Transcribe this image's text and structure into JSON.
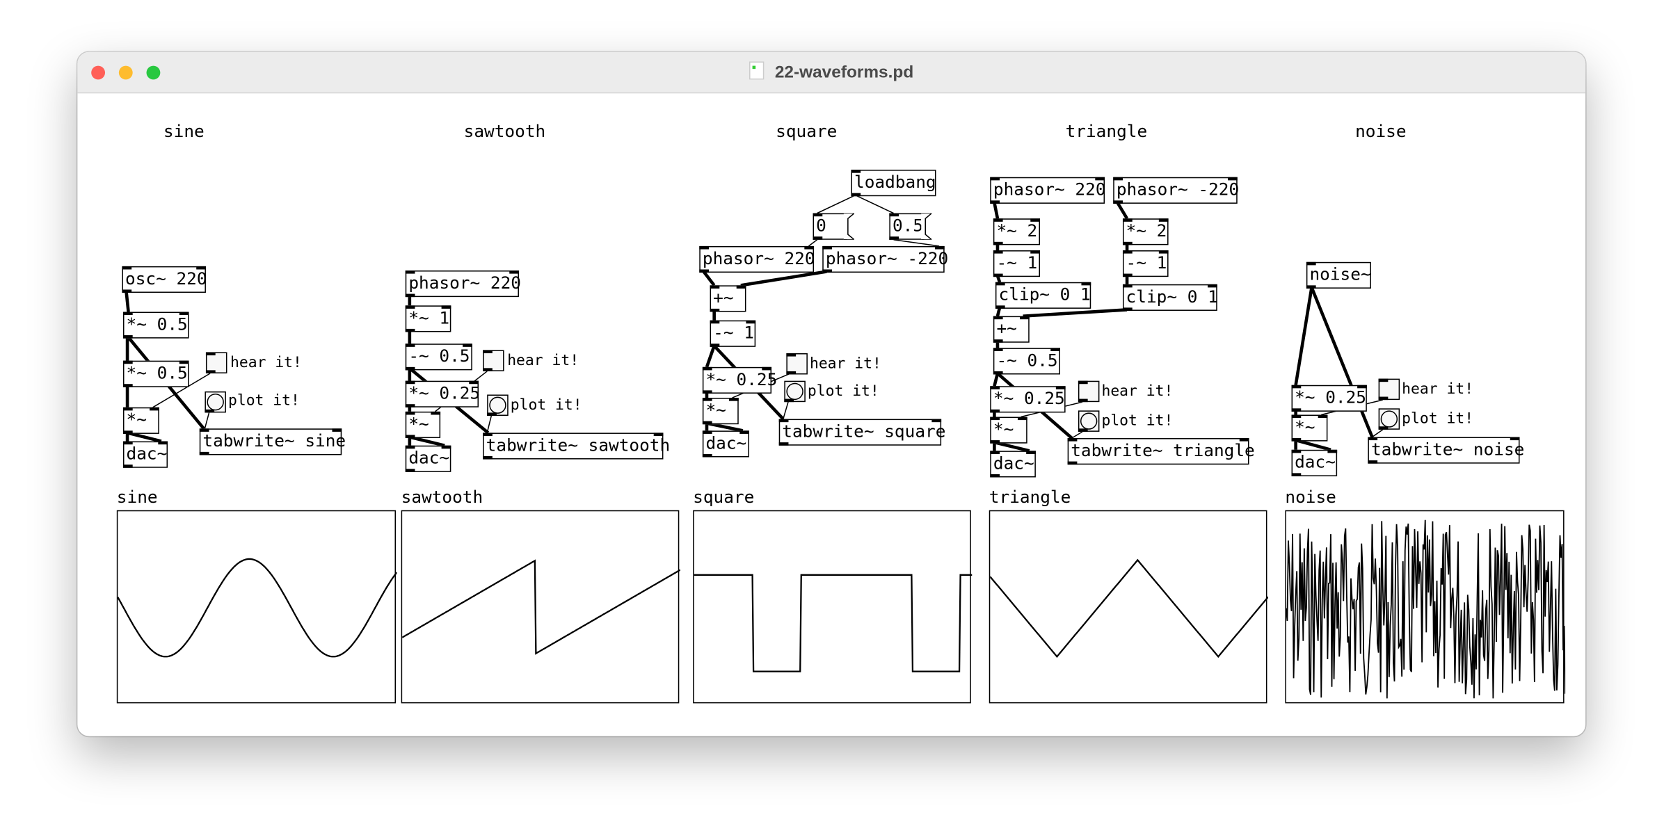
{
  "window": {
    "title": "22-waveforms.pd",
    "colors": {
      "close": "#ff5f57",
      "minimize": "#febc2e",
      "zoom": "#28c840"
    }
  },
  "headers": {
    "sine": "sine",
    "sawtooth": "sawtooth",
    "square": "square",
    "triangle": "triangle",
    "noise": "noise"
  },
  "controls": {
    "hear": "hear it!",
    "plot": "plot it!"
  },
  "sine": {
    "osc": "osc~ 220",
    "mul1": "*~ 0.5",
    "mul2": "*~ 0.5",
    "mul3": "*~",
    "dac": "dac~",
    "tab": "tabwrite~ sine"
  },
  "sawtooth": {
    "phasor": "phasor~ 220",
    "mul1": "*~ 1",
    "sub": "-~ 0.5",
    "mul2": "*~ 0.25",
    "mul3": "*~",
    "dac": "dac~",
    "tab": "tabwrite~ sawtooth"
  },
  "square": {
    "loadbang": "loadbang",
    "msg0": "0",
    "msg05": "0.5",
    "phasor1": "phasor~ 220",
    "phasor2": "phasor~ -220",
    "add": "+~",
    "sub": "-~ 1",
    "mul2": "*~ 0.25",
    "mul3": "*~",
    "dac": "dac~",
    "tab": "tabwrite~ square"
  },
  "triangle": {
    "phasor1": "phasor~ 220",
    "phasor2": "phasor~ -220",
    "mulL": "*~ 2",
    "mulR": "*~ 2",
    "subL": "-~ 1",
    "subR": "-~ 1",
    "clipL": "clip~ 0 1",
    "clipR": "clip~ 0 1",
    "add": "+~",
    "sub": "-~ 0.5",
    "mul2": "*~ 0.25",
    "mul3": "*~",
    "dac": "dac~",
    "tab": "tabwrite~ triangle"
  },
  "noise": {
    "noise": "noise~",
    "mul2": "*~ 0.25",
    "mul3": "*~",
    "dac": "dac~",
    "tab": "tabwrite~ noise"
  },
  "arrays": {
    "sine": "sine",
    "sawtooth": "sawtooth",
    "square": "square",
    "triangle": "triangle",
    "noise": "noise"
  }
}
